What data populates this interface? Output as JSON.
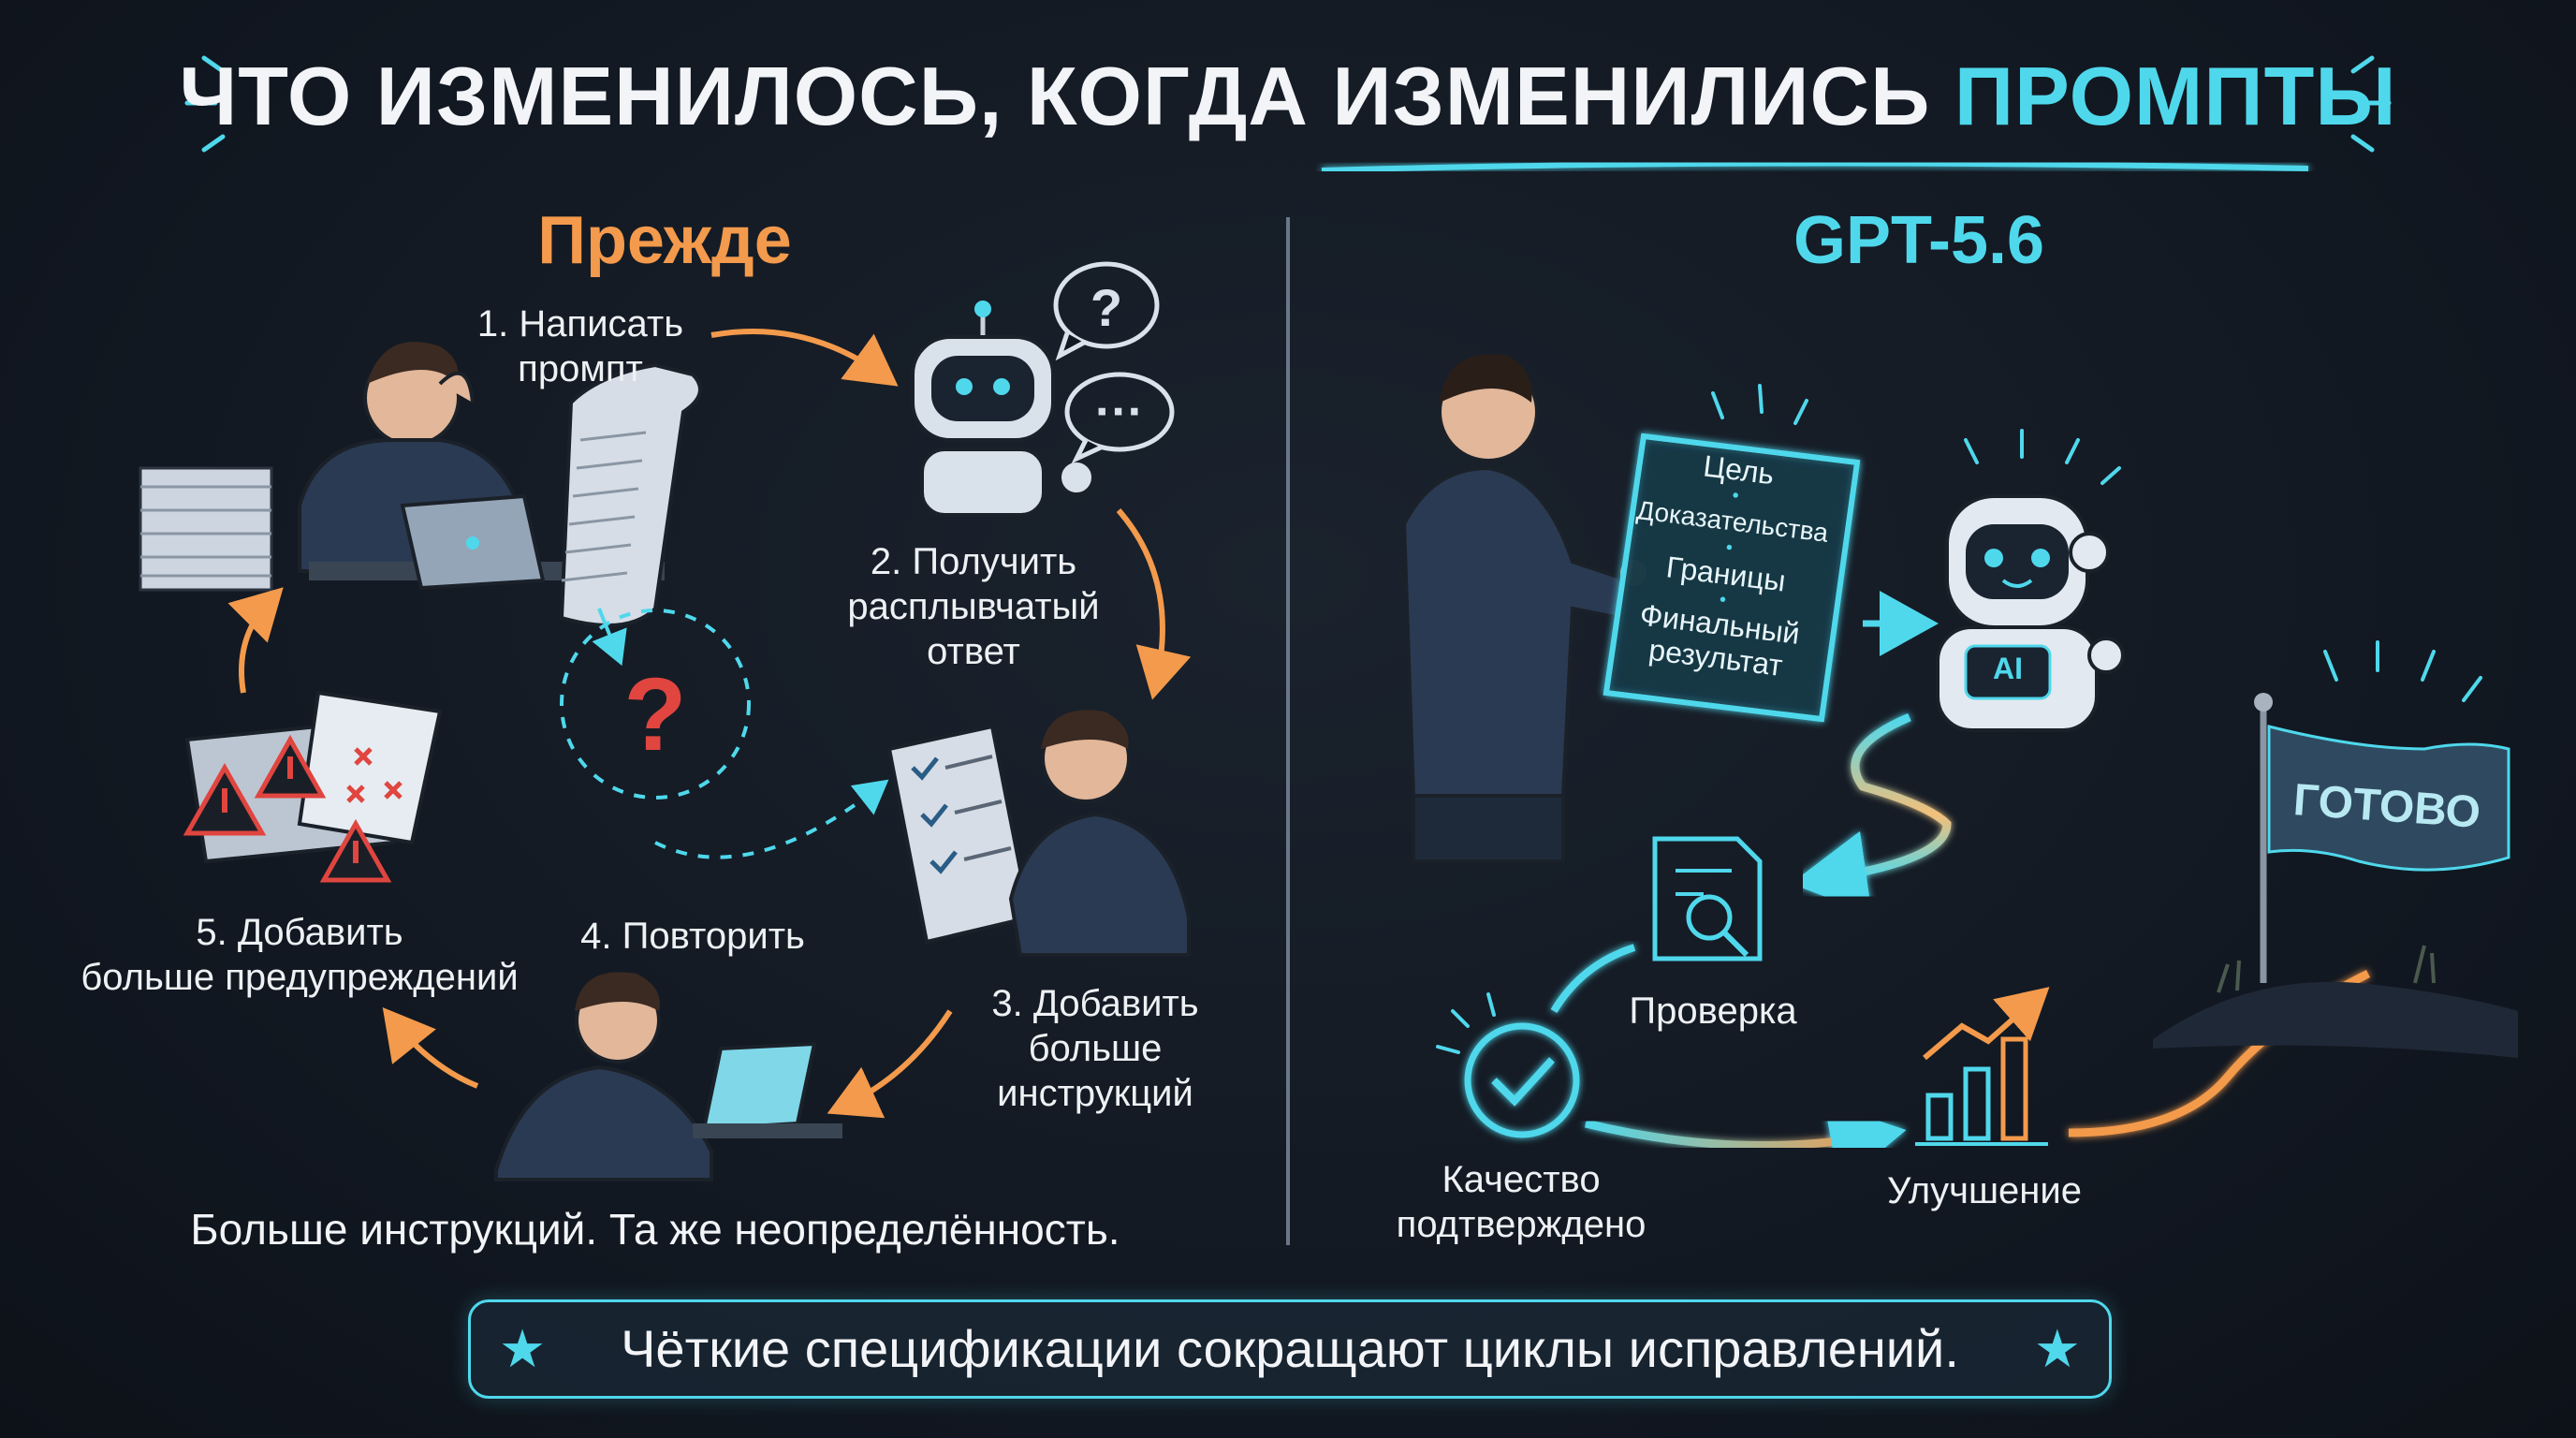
{
  "title": {
    "main": "ЧТО ИЗМЕНИЛОСЬ, КОГДА ИЗМЕНИЛИСЬ",
    "accent": "ПРОМПТЫ"
  },
  "left": {
    "heading": "Прежде",
    "steps": {
      "s1_line1": "1. Написать",
      "s1_line2": "промпт",
      "s2_line1": "2. Получить",
      "s2_line2": "расплывчатый",
      "s2_line3": "ответ",
      "s3_line1": "3. Добавить",
      "s3_line2": "больше",
      "s3_line3": "инструкций",
      "s4_line1": "4. Повторить",
      "s5_line1": "5. Добавить",
      "s5_line2": "больше предупреждений"
    },
    "caption": "Больше инструкций. Та же неопределённость.",
    "question_mark": "?",
    "bubble_question": "?",
    "bubble_dots": "···"
  },
  "right": {
    "heading": "GPT-5.6",
    "spec": {
      "item1": "Цель",
      "item2": "Доказательства",
      "item3": "Границы",
      "item4_line1": "Финальный",
      "item4_line2": "результат"
    },
    "robot_badge": "AI",
    "review": "Проверка",
    "quality_line1": "Качество",
    "quality_line2": "подтверждено",
    "improvement": "Улучшение",
    "flag": "ГОТОВО"
  },
  "footer": {
    "text": "Чёткие спецификации сокращают циклы исправлений.",
    "star_left": "★",
    "star_right": "★"
  },
  "colors": {
    "accent": "#4fd8ec",
    "orange": "#f39a4c",
    "warning_red": "#e0453f",
    "background": "#121821"
  }
}
